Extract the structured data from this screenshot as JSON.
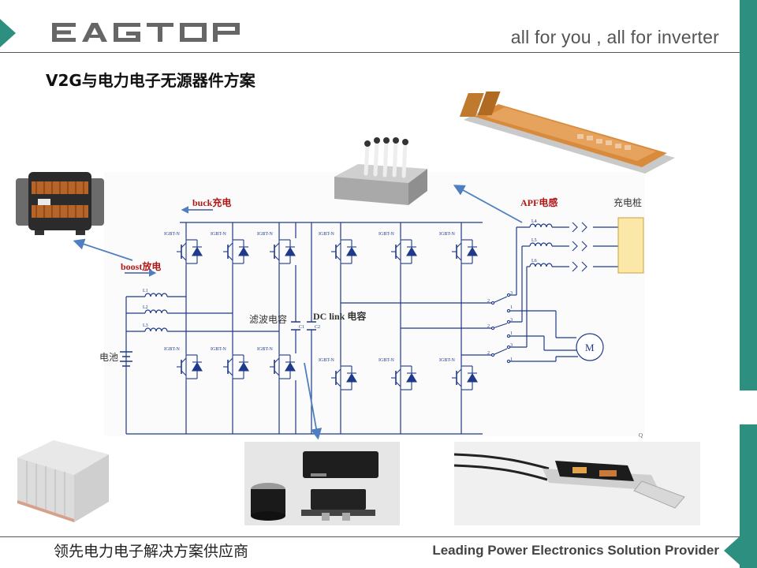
{
  "header": {
    "tagline": "all for you , all for inverter",
    "logo_text": "EAGTOP"
  },
  "slide": {
    "title": "V2G与电力电子无源器件方案"
  },
  "diagram": {
    "labels": {
      "buck": "buck充电",
      "boost": "boost放电",
      "battery": "电池",
      "filter_cap": "滤波电容",
      "dclink_cap": "DC link 电容",
      "apf_inductor": "APF电感",
      "charging_pile": "充电桩",
      "motor": "M",
      "c1": "C1",
      "c2": "C2"
    },
    "inductors": [
      "L1",
      "L2",
      "L3",
      "L4",
      "L5",
      "L6"
    ],
    "igbt_label": "IGBT-N",
    "switch_pins": [
      "2",
      "3",
      "1"
    ],
    "corner_mark": "Q"
  },
  "footer": {
    "left": "领先电力电子解决方案供应商",
    "right": "Leading Power Electronics Solution Provider"
  },
  "colors": {
    "accent": "#2d8f80",
    "circuit_blue": "#1f3a8a",
    "arrow": "#4f7fc0",
    "red_label": "#b01818"
  }
}
